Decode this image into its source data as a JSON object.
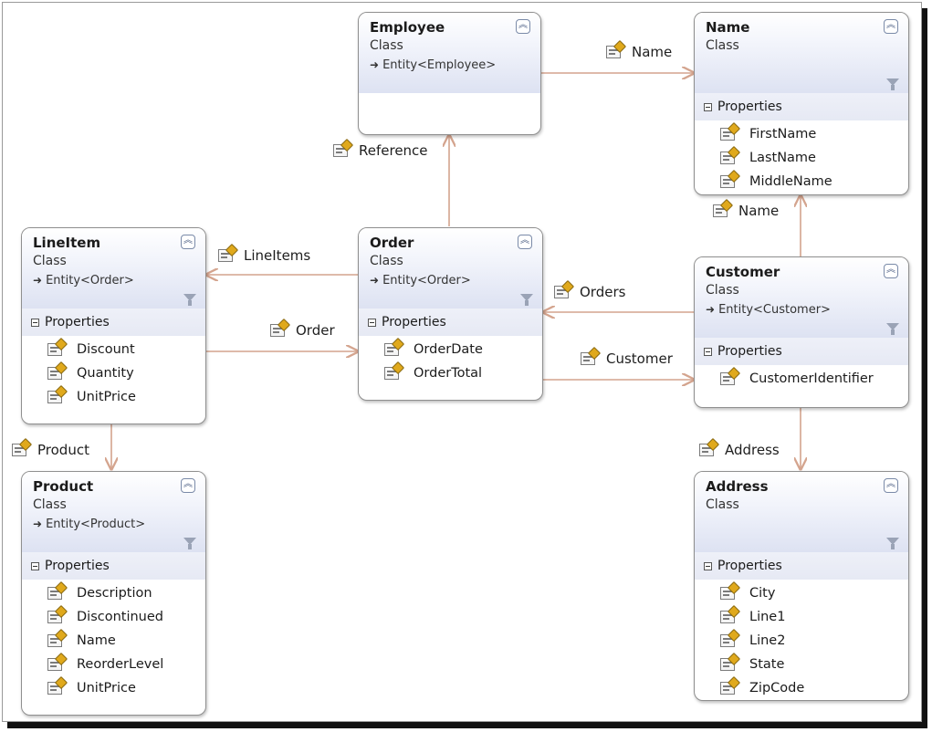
{
  "boxes": {
    "employee": {
      "title": "Employee",
      "kind": "Class",
      "base": "Entity<Employee>"
    },
    "name": {
      "title": "Name",
      "kind": "Class",
      "section": "Properties",
      "properties": [
        "FirstName",
        "LastName",
        "MiddleName"
      ]
    },
    "lineitem": {
      "title": "LineItem",
      "kind": "Class",
      "base": "Entity<Order>",
      "section": "Properties",
      "properties": [
        "Discount",
        "Quantity",
        "UnitPrice"
      ]
    },
    "order": {
      "title": "Order",
      "kind": "Class",
      "base": "Entity<Order>",
      "section": "Properties",
      "properties": [
        "OrderDate",
        "OrderTotal"
      ]
    },
    "customer": {
      "title": "Customer",
      "kind": "Class",
      "base": "Entity<Customer>",
      "section": "Properties",
      "properties": [
        "CustomerIdentifier"
      ]
    },
    "product": {
      "title": "Product",
      "kind": "Class",
      "base": "Entity<Product>",
      "section": "Properties",
      "properties": [
        "Description",
        "Discontinued",
        "Name",
        "ReorderLevel",
        "UnitPrice"
      ]
    },
    "address": {
      "title": "Address",
      "kind": "Class",
      "section": "Properties",
      "properties": [
        "City",
        "Line1",
        "Line2",
        "State",
        "ZipCode"
      ]
    }
  },
  "associations": {
    "employee_name": "Name",
    "order_employee": "Reference",
    "order_lineitems": "LineItems",
    "lineitem_order": "Order",
    "customer_orders": "Orders",
    "order_customer": "Customer",
    "customer_name": "Name",
    "lineitem_product": "Product",
    "customer_address": "Address"
  },
  "colors": {
    "connector": "#d4a48e",
    "header_gradient_end": "#dde2f2"
  }
}
